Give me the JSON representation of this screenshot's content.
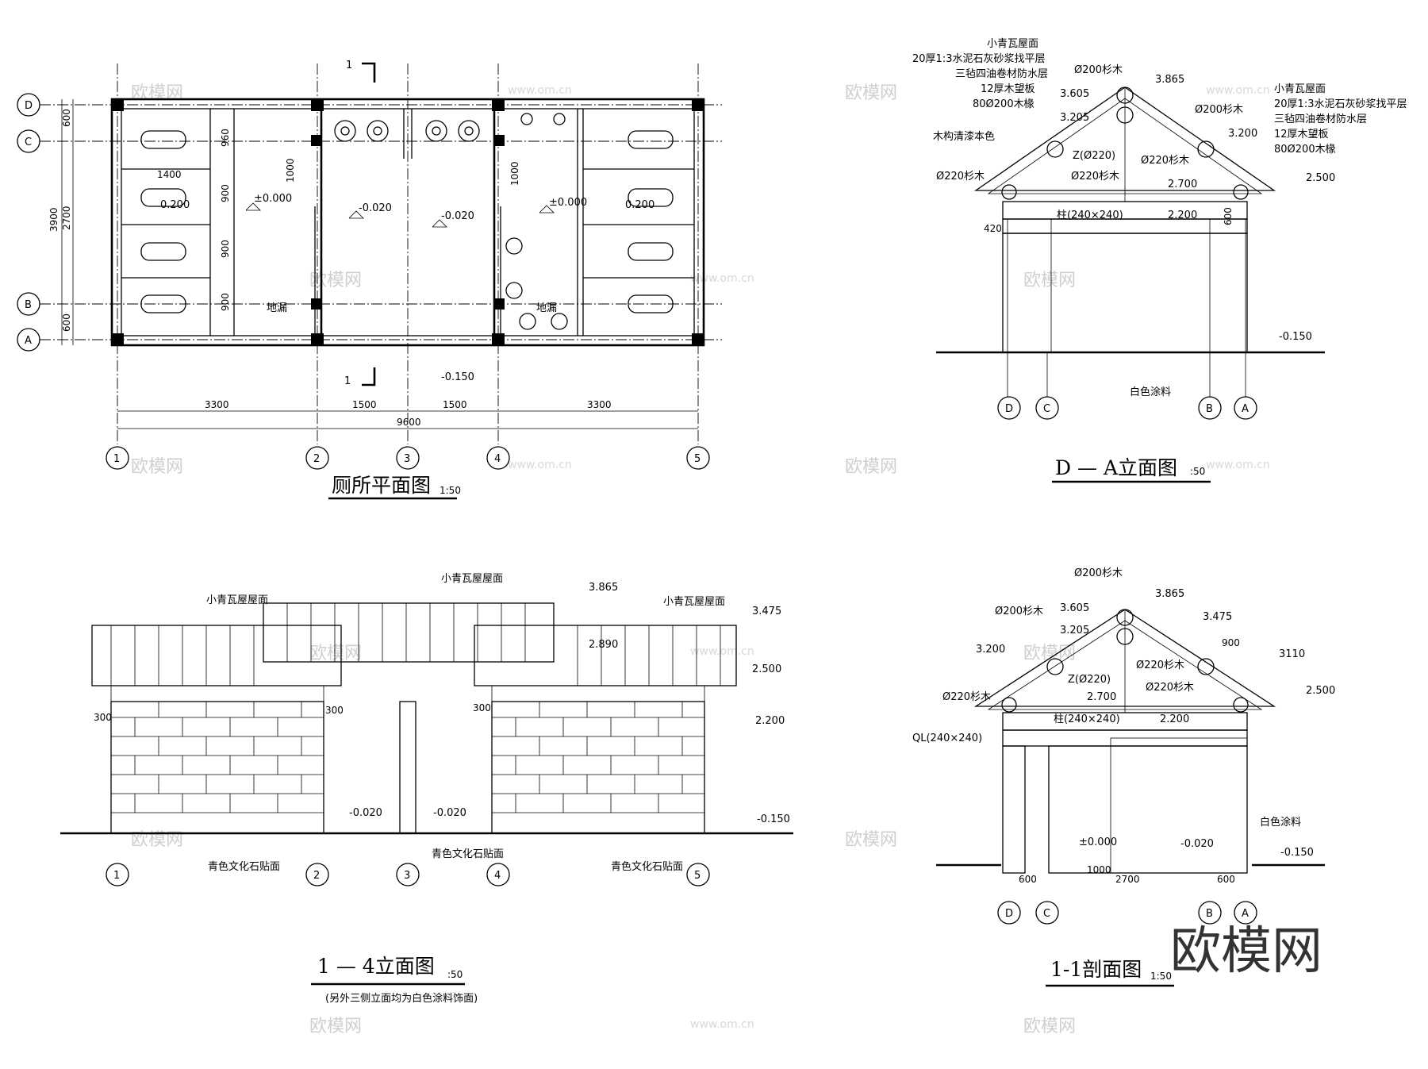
{
  "views": {
    "plan": {
      "title": "厕所平面图",
      "scale": "1:50",
      "section_mark": "1",
      "axes_x": [
        "1",
        "2",
        "3",
        "4",
        "5"
      ],
      "axes_y": [
        "A",
        "B",
        "C",
        "D"
      ],
      "dims_x": [
        "3300",
        "1500",
        "1500",
        "3300"
      ],
      "dim_total_x": "9600",
      "dims_y": [
        "600",
        "2700",
        "600"
      ],
      "dim_total_y": "3900",
      "inner_dims": [
        "960",
        "900",
        "900",
        "900",
        "1400",
        "1000"
      ],
      "levels": [
        "±0.000",
        "-0.020",
        "-0.020",
        "±0.000",
        "0.200",
        "0.200",
        "-0.150"
      ],
      "labels": [
        "地漏",
        "地漏"
      ]
    },
    "elevation_da": {
      "title": "D — A立面图",
      "scale": ":50",
      "left_labels": [
        "木构清漆本色",
        "Ø220杉木",
        "420"
      ],
      "stack_labels": [
        "小青瓦屋面",
        "20厚1:3水泥石灰砂浆找平层",
        "三毡四油卷材防水层",
        "12厚木望板",
        "80Ø200木椽"
      ],
      "right_stack": [
        "小青瓦屋面",
        "20厚1:3水泥石灰砂浆找平层",
        "三毡四油卷材防水层",
        "12厚木望板",
        "80Ø200木椽"
      ],
      "member_labels": [
        "Ø200杉木",
        "Ø200杉木",
        "Z(Ø220)",
        "Ø220杉木",
        "Ø220杉木",
        "柱(240×240)",
        "600"
      ],
      "levels": [
        "3.865",
        "3.605",
        "3.205",
        "3.200",
        "2.700",
        "2.500",
        "2.200",
        "-0.150"
      ],
      "finish": "白色涂料",
      "axes": [
        "D",
        "C",
        "B",
        "A"
      ]
    },
    "elevation_14": {
      "title": "1 — 4立面图",
      "scale": ":50",
      "note": "(另外三侧立面均为白色涂料饰面)",
      "roof_labels": [
        "小青瓦屋屋面",
        "小青瓦屋屋面",
        "小青瓦屋屋面"
      ],
      "levels": [
        "3.865",
        "3.475",
        "2.890",
        "2.500",
        "2.200",
        "-0.020",
        "-0.020",
        "-0.150"
      ],
      "dims": [
        "300",
        "300",
        "300"
      ],
      "finish_labels": [
        "青色文化石贴面",
        "青色文化石贴面",
        "青色文化石贴面"
      ],
      "axes": [
        "1",
        "2",
        "3",
        "4",
        "5"
      ]
    },
    "section_11": {
      "title": "1-1剖面图",
      "scale": "1:50",
      "member_labels": [
        "Ø200杉木",
        "Ø200杉木",
        "Z(Ø220)",
        "Ø220杉木",
        "Ø220杉木",
        "Ø220杉木",
        "柱(240×240)",
        "QL(240×240)"
      ],
      "levels": [
        "3.865",
        "3.605",
        "3.475",
        "3.205",
        "3.200",
        "3110",
        "2.700",
        "2.500",
        "2.200",
        "±0.000",
        "-0.020",
        "-0.150"
      ],
      "dims": [
        "900",
        "600",
        "1000",
        "2700",
        "600"
      ],
      "finish": "白色涂料",
      "axes": [
        "D",
        "C",
        "B",
        "A"
      ]
    }
  },
  "watermark": {
    "logo": "欧模网",
    "site": "www.om.cn"
  }
}
